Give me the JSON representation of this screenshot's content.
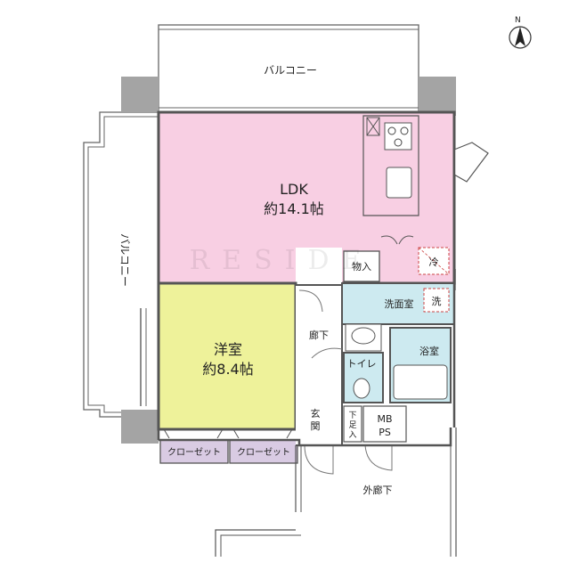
{
  "rooms": {
    "balcony_top": "バルコニー",
    "balcony_left": "バルコニー",
    "ldk_name": "LDK",
    "ldk_size": "約14.1帖",
    "western_name": "洋室",
    "western_size": "約8.4帖",
    "storage": "物入",
    "washroom": "洗面室",
    "bath": "浴室",
    "toilet": "トイレ",
    "hallway": "廊下",
    "entrance": "玄関",
    "shoe_storage_chars": [
      "下",
      "足",
      "入"
    ],
    "mb": "MB",
    "ps": "PS",
    "closet_1": "クローゼット",
    "closet_2": "クローゼット",
    "outer_corridor": "外廊下"
  },
  "appliances": {
    "fridge_mark": "冷",
    "washer_mark": "洗"
  },
  "compass": {
    "north_label": "N"
  },
  "watermark": "RESIDE",
  "colors": {
    "ldk": "#f8cfe3",
    "western": "#eef29a",
    "wet_area": "#cdeaf0",
    "closet": "#d9cbe3",
    "column": "#a4a4a4",
    "wall": "#555555"
  }
}
